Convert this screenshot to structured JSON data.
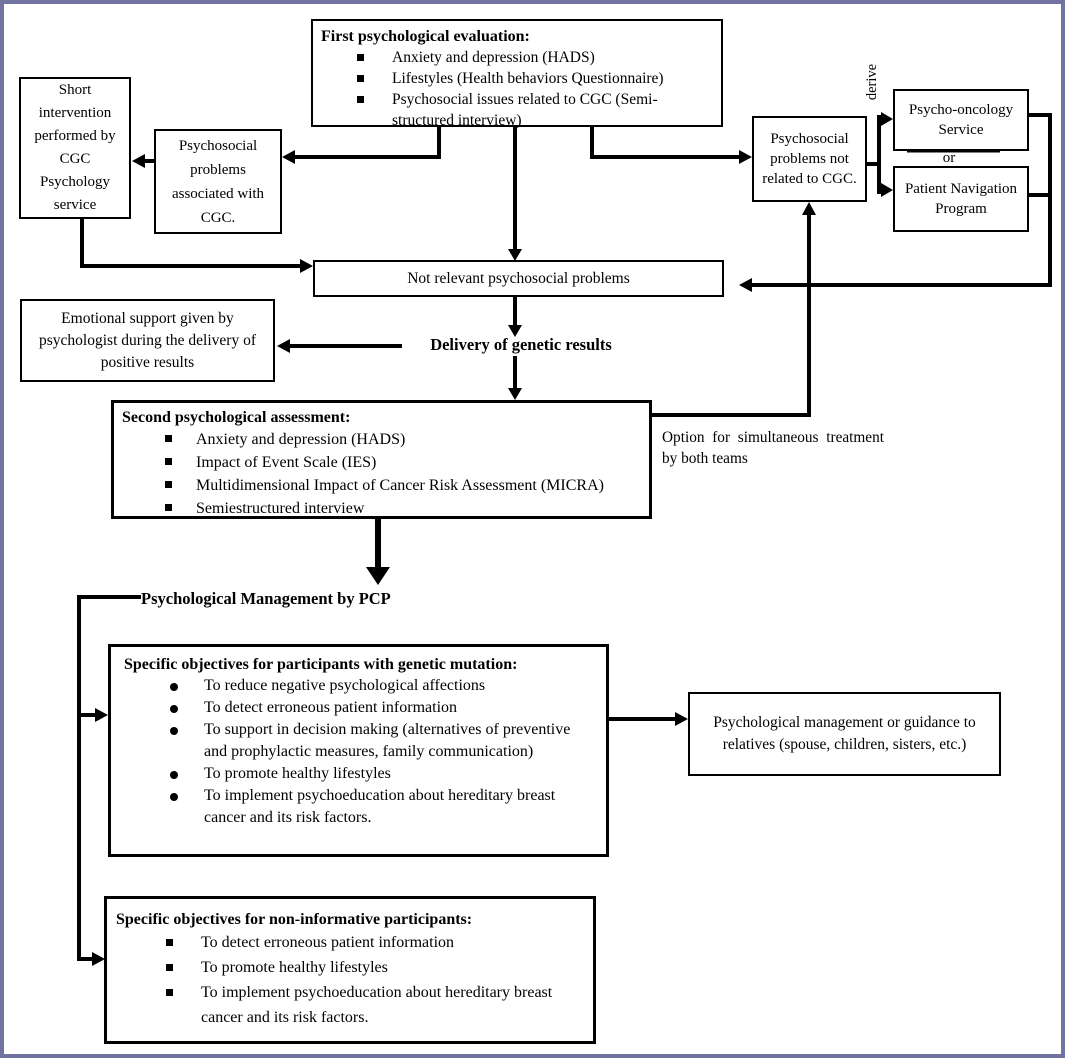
{
  "colors": {
    "frame": "#7173a1",
    "line": "#000000",
    "box_bg": "#ffffff"
  },
  "nodes": {
    "first_eval": {
      "title": "First psychological evaluation:",
      "items": [
        "Anxiety and depression (HADS)",
        "Lifestyles (Health behaviors Questionnaire)",
        "Psychosocial issues related to CGC (Semi-structured interview)"
      ]
    },
    "short_intervention": {
      "text": "Short intervention performed by CGC Psychology service"
    },
    "assoc_cgc": {
      "text": "Psychosocial problems associated with CGC."
    },
    "not_related": {
      "text": "Psychosocial problems not related to CGC."
    },
    "psycho_oncology": {
      "text": "Psycho-oncology Service"
    },
    "patient_nav": {
      "text": "Patient Navigation Program"
    },
    "not_relevant": {
      "text": "Not relevant psychosocial problems"
    },
    "emotional_support": {
      "text": "Emotional support given by psychologist during the delivery of positive results"
    },
    "second_assessment": {
      "title": "Second psychological assessment:",
      "items": [
        "Anxiety and depression (HADS)",
        "Impact of Event Scale (IES)",
        "Multidimensional Impact of Cancer Risk Assessment (MICRA)",
        "Semiestructured interview"
      ]
    },
    "objectives_mutation": {
      "title": "Specific objectives for participants with genetic mutation:",
      "items": [
        "To reduce negative psychological affections",
        "To detect erroneous patient information",
        "To support in decision making (alternatives of preventive and prophylactic measures, family communication)",
        "To promote healthy lifestyles",
        "To implement psychoeducation about hereditary breast cancer and its risk factors."
      ]
    },
    "relatives": {
      "text": "Psychological management or guidance to relatives (spouse, children, sisters, etc.)"
    },
    "objectives_noninformative": {
      "title": "Specific objectives for non-informative participants:",
      "items": [
        "To detect erroneous patient information",
        "To promote healthy lifestyles",
        "To implement psychoeducation about hereditary breast cancer and its risk factors."
      ]
    }
  },
  "labels": {
    "derive": "derive",
    "or": "or",
    "delivery": "Delivery of genetic results",
    "option_note": "Option for simultaneous treatment by both teams",
    "pcp": "Psychological Management by PCP"
  }
}
